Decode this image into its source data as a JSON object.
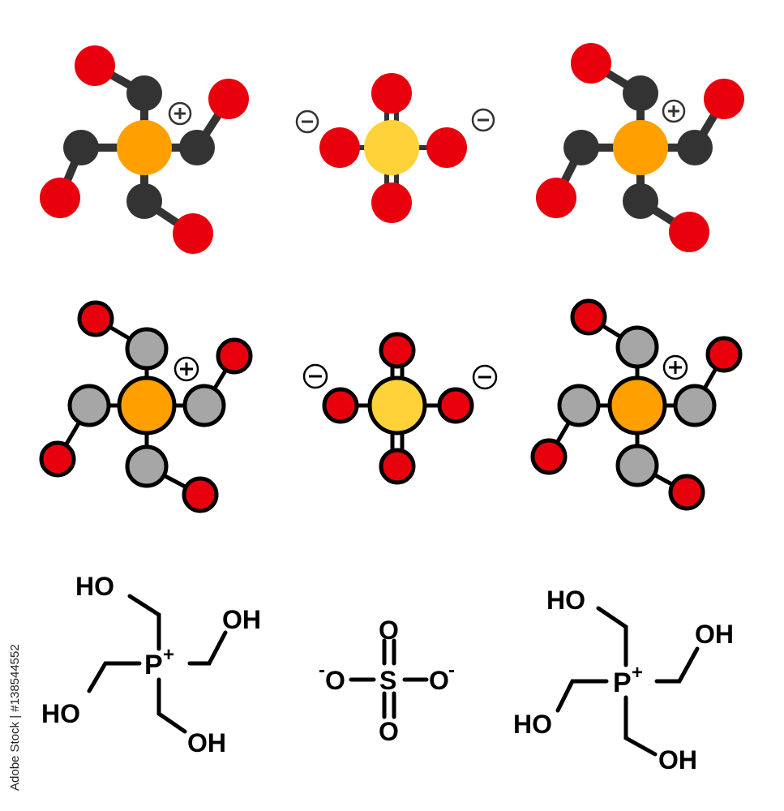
{
  "colors": {
    "oxygen": "#e8000d",
    "carbon_dark": "#333333",
    "carbon_light": "#a6a6a6",
    "phosphorus": "#ffa000",
    "sulfur": "#ffd23a",
    "outline": "#000000",
    "background": "#ffffff"
  },
  "charges": {
    "plus": "+",
    "minus": "−"
  },
  "structural": {
    "left_cation": {
      "oh_top": "HO",
      "oh_right": "OH",
      "oh_left": "HO",
      "oh_bottom": "OH",
      "center_atom": "P",
      "center_charge": "+"
    },
    "sulfate": {
      "o_top": "O",
      "o_bottom": "O",
      "o_left": "O",
      "o_right": "O",
      "center_atom": "S",
      "left_charge": "-",
      "right_charge": "-"
    },
    "right_cation": {
      "oh_top": "HO",
      "oh_right": "OH",
      "oh_left": "HO",
      "oh_bottom": "OH",
      "center_atom": "P",
      "center_charge": "+"
    }
  },
  "stock_id": "Adobe Stock | #138544552"
}
